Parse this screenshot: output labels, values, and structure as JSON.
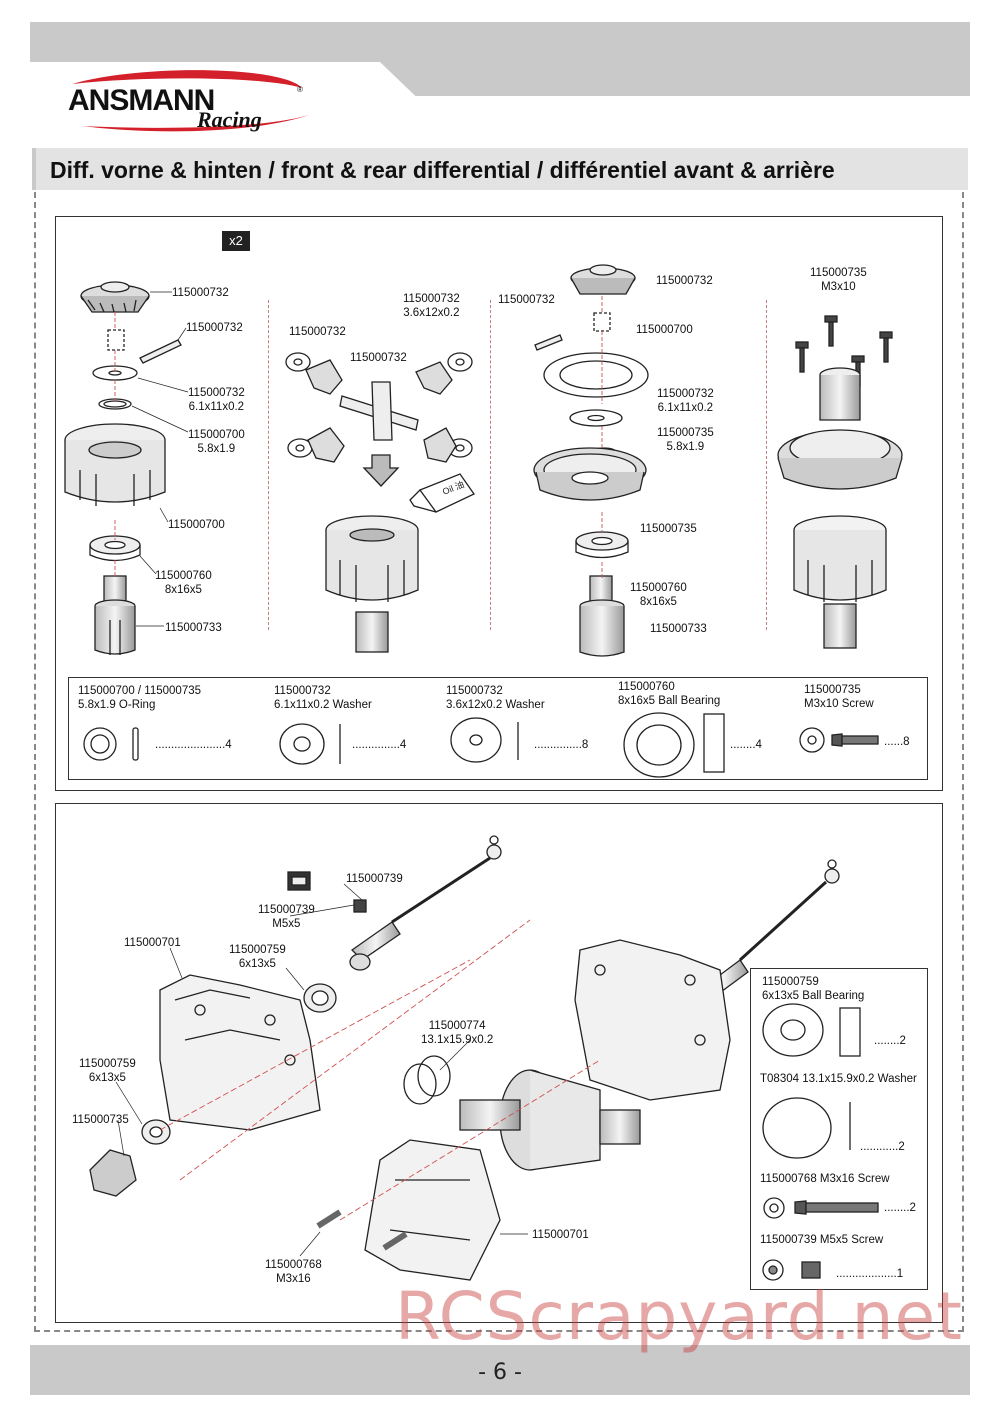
{
  "brand": {
    "name": "ANSMANN",
    "sub": "Racing",
    "registered": "®"
  },
  "title": "Diff. vorne & hinten /  front & rear differential / différentiel avant & arrière",
  "page_number": "- 6 -",
  "watermark": "RCScrapyard.net",
  "top": {
    "badge": "x2",
    "col1": [
      "115000732",
      "115000732",
      "115000732\n6.1x11x0.2",
      "115000700\n5.8x1.9",
      "115000700",
      "115000760\n8x16x5",
      "115000733"
    ],
    "col2": [
      "115000732",
      "115000732\n3.6x12x0.2",
      "115000732"
    ],
    "oil_label": "Oil 油",
    "col3": [
      "115000732",
      "115000732",
      "115000700",
      "115000732\n6.1x11x0.2",
      "115000735\n5.8x1.9",
      "115000735",
      "115000760\n8x16x5",
      "115000733"
    ],
    "col4": [
      "115000735\nM3x10"
    ],
    "legend": [
      {
        "title": "115000700 / 115000735\n5.8x1.9 O-Ring",
        "qty": "......................4"
      },
      {
        "title": "115000732\n6.1x11x0.2 Washer",
        "qty": "...............4"
      },
      {
        "title": "115000732\n3.6x12x0.2 Washer",
        "qty": "...............8"
      },
      {
        "title": "115000760\n8x16x5 Ball Bearing",
        "qty": "........4"
      },
      {
        "title": "115000735\nM3x10 Screw",
        "qty": "......8"
      }
    ]
  },
  "bottom": {
    "labels": [
      "115000739",
      "115000739\nM5x5",
      "115000701",
      "115000759\n6x13x5",
      "115000774\n13.1x15.9x0.2",
      "115000759\n6x13x5",
      "115000735",
      "115000701",
      "115000768\nM3x16"
    ],
    "parts_box": [
      {
        "title": "115000759\n6x13x5 Ball Bearing",
        "qty": "........2"
      },
      {
        "title": "T08304 13.1x15.9x0.2 Washer",
        "qty": "............2"
      },
      {
        "title": "115000768  M3x16 Screw",
        "qty": "........2"
      },
      {
        "title": "115000739  M5x5 Screw",
        "qty": "...................1"
      }
    ]
  },
  "colors": {
    "band": "#c9c9c9",
    "title_bar": "#e3e3e3",
    "brand_red": "#d4202a",
    "guide_line": "#d05050",
    "watermark": "#c83c3c"
  }
}
